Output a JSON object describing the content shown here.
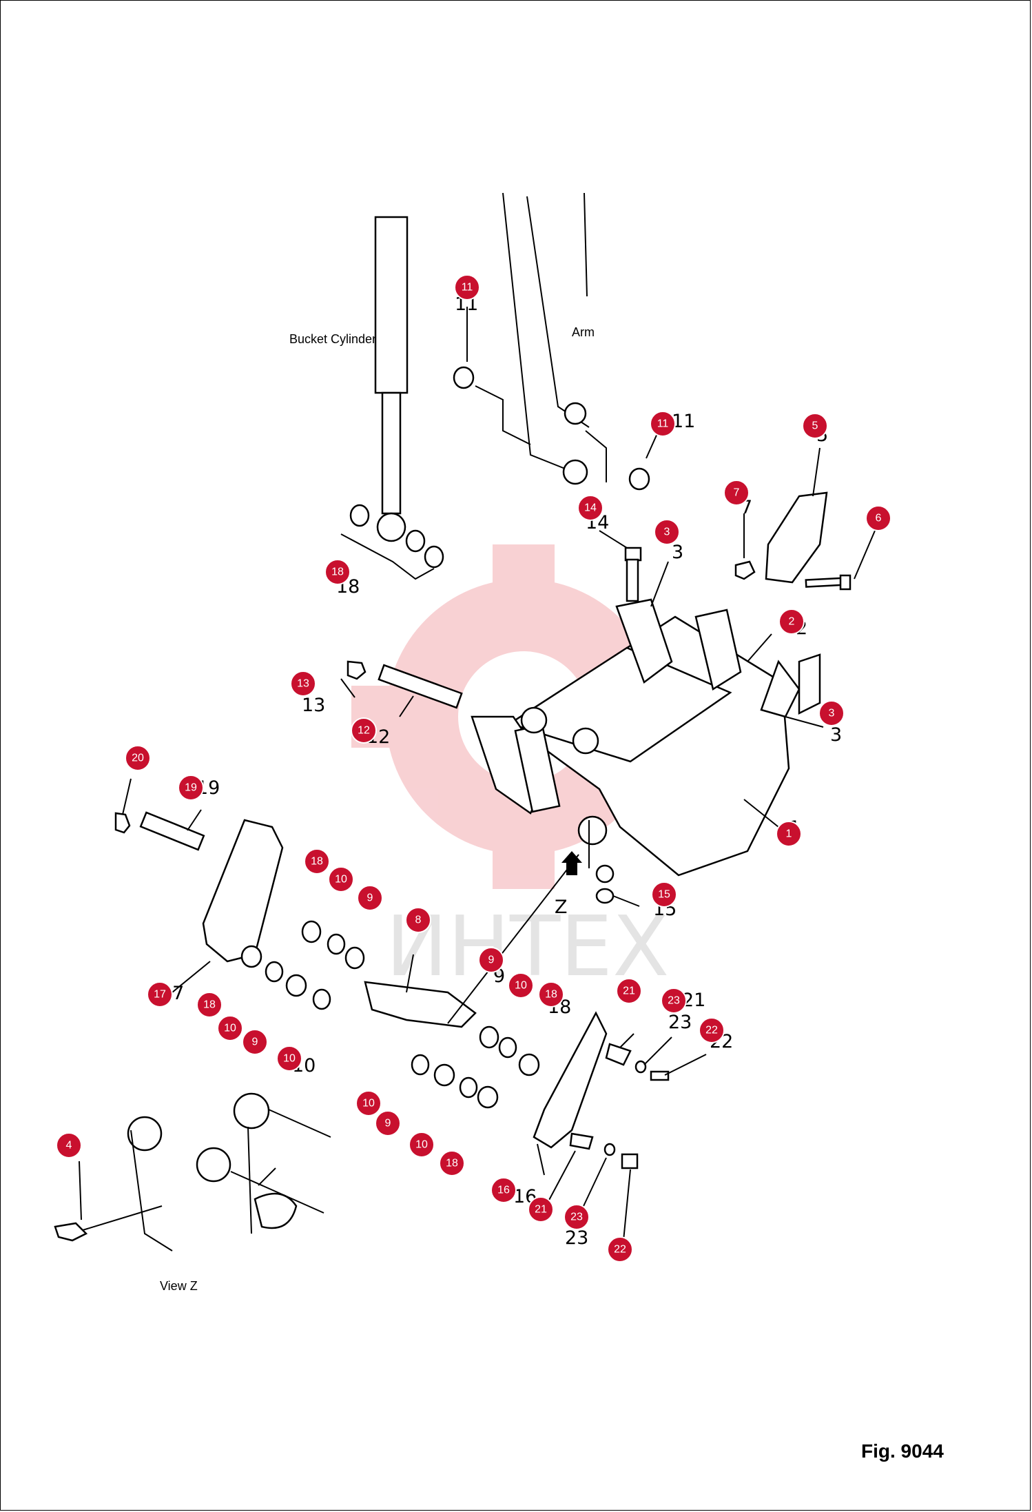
{
  "labels": {
    "bucket_cylinder": "Bucket Cylinder",
    "arm": "Arm",
    "view_arrow": "Z",
    "view_z": "View Z",
    "figure": "Fig. 9044",
    "watermark": "ИНТЕХ"
  },
  "colors": {
    "callout": "#c8102e",
    "watermark_gear": "#f7c9cc"
  },
  "callouts": [
    {
      "id": "11",
      "printed": "11"
    },
    {
      "id": "11",
      "printed": "11"
    },
    {
      "id": "5",
      "printed": "5"
    },
    {
      "id": "7",
      "printed": "7"
    },
    {
      "id": "6",
      "printed": "6"
    },
    {
      "id": "14",
      "printed": "14"
    },
    {
      "id": "3",
      "printed": "3"
    },
    {
      "id": "2",
      "printed": "2"
    },
    {
      "id": "3",
      "printed": "3"
    },
    {
      "id": "1",
      "printed": "1"
    },
    {
      "id": "18",
      "printed": "18"
    },
    {
      "id": "13",
      "printed": "13"
    },
    {
      "id": "12",
      "printed": "12"
    },
    {
      "id": "20",
      "printed": "20"
    },
    {
      "id": "19",
      "printed": "19"
    },
    {
      "id": "15",
      "printed": "15"
    },
    {
      "id": "18",
      "printed": "18"
    },
    {
      "id": "10",
      "printed": "10"
    },
    {
      "id": "9",
      "printed": "9"
    },
    {
      "id": "8",
      "printed": "8"
    },
    {
      "id": "17",
      "printed": "17"
    },
    {
      "id": "18",
      "printed": "18"
    },
    {
      "id": "10",
      "printed": "10"
    },
    {
      "id": "9",
      "printed": "9"
    },
    {
      "id": "10",
      "printed": "10"
    },
    {
      "id": "9",
      "printed": "9"
    },
    {
      "id": "10",
      "printed": "10"
    },
    {
      "id": "18",
      "printed": "18"
    },
    {
      "id": "21",
      "printed": "21"
    },
    {
      "id": "23",
      "printed": "23"
    },
    {
      "id": "22",
      "printed": "22"
    },
    {
      "id": "10",
      "printed": "10"
    },
    {
      "id": "9",
      "printed": "9"
    },
    {
      "id": "10",
      "printed": "10"
    },
    {
      "id": "18",
      "printed": "18"
    },
    {
      "id": "16",
      "printed": "16"
    },
    {
      "id": "21",
      "printed": "21"
    },
    {
      "id": "23",
      "printed": "23"
    },
    {
      "id": "22",
      "printed": "22"
    },
    {
      "id": "4",
      "printed": "4"
    }
  ]
}
